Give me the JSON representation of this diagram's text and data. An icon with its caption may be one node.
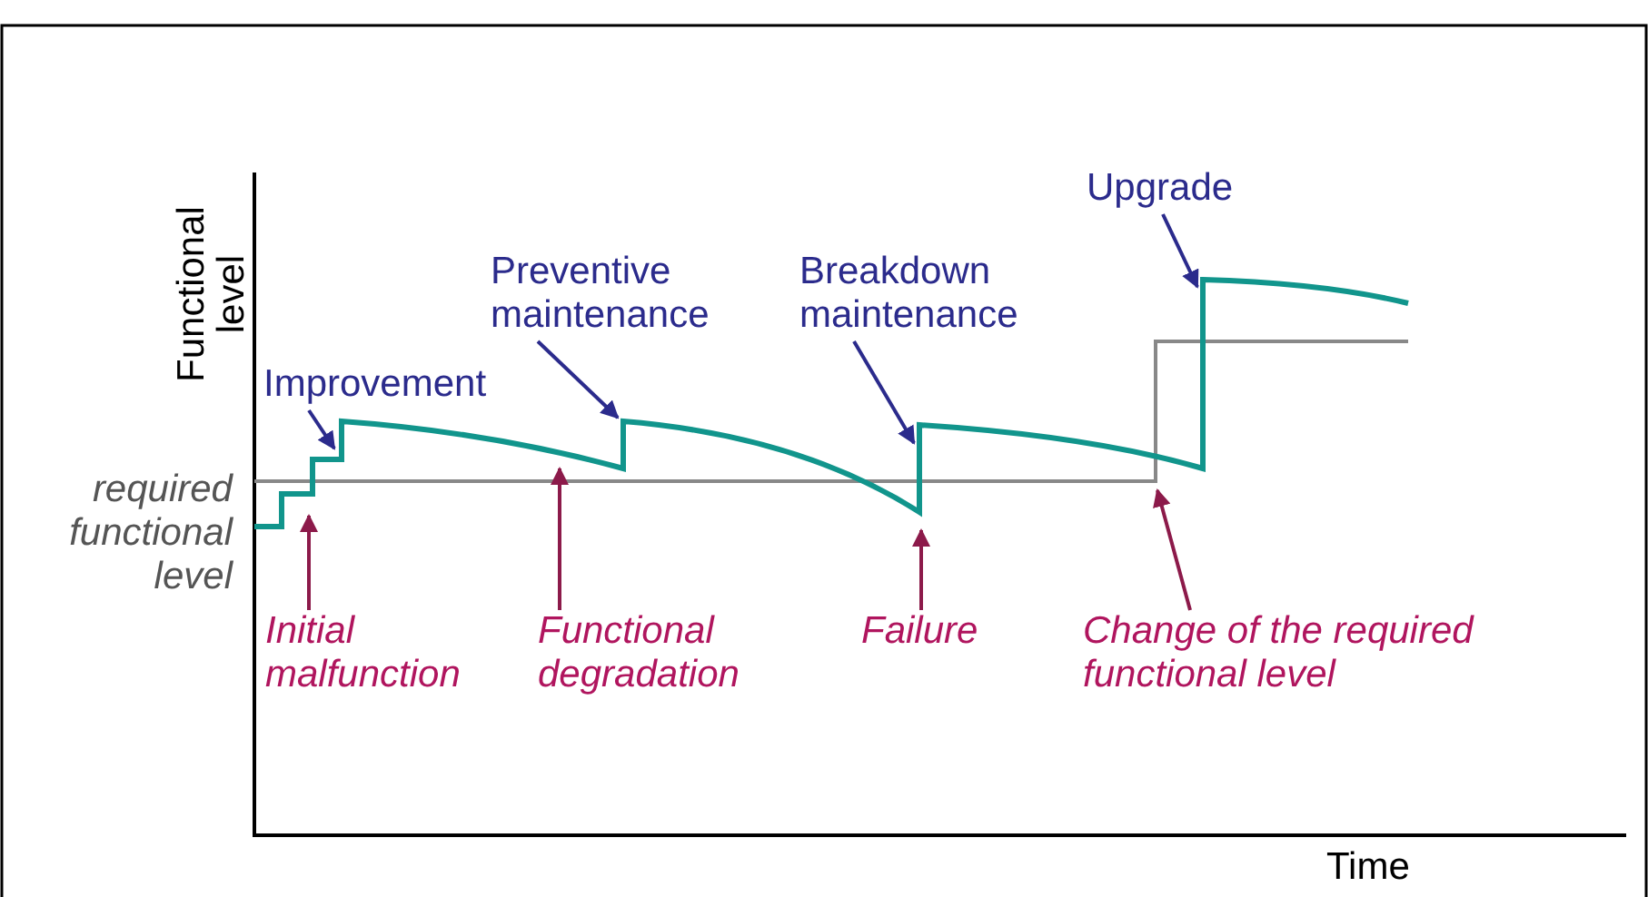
{
  "diagram": {
    "nodes": [
      {
        "text": [
          "Improvement"
        ]
      },
      {
        "text": [
          "Preventive maintenance"
        ]
      },
      {
        "text": [
          "Breakdown maintenance"
        ]
      },
      {
        "text": [
          "Upgrade"
        ]
      },
      {
        "text": [
          "Initial malfunction"
        ]
      },
      {
        "text": [
          "Functional degradation"
        ]
      },
      {
        "text": [
          "Failure"
        ]
      },
      {
        "text": [
          "Change of the required functional level"
        ]
      }
    ],
    "edges": [
      {
        "from": 0,
        "to": null,
        "arrow": "to",
        "color": "#2b2b8c"
      },
      {
        "from": 1,
        "to": null,
        "arrow": "to",
        "color": "#2b2b8c"
      },
      {
        "from": 2,
        "to": null,
        "arrow": "to",
        "color": "#2b2b8c"
      },
      {
        "from": 3,
        "to": null,
        "arrow": "to",
        "color": "#2b2b8c"
      },
      {
        "from": 4,
        "to": null,
        "arrow": "to",
        "color": "#8c1a4a"
      },
      {
        "from": 5,
        "to": null,
        "arrow": "to",
        "color": "#8c1a4a"
      },
      {
        "from": 6,
        "to": null,
        "arrow": "to",
        "color": "#8c1a4a"
      },
      {
        "from": 7,
        "to": null,
        "arrow": "to",
        "color": "#8c1a4a"
      }
    ],
    "labels": [
      "Functional level",
      "required functional level",
      "Time"
    ]
  }
}
